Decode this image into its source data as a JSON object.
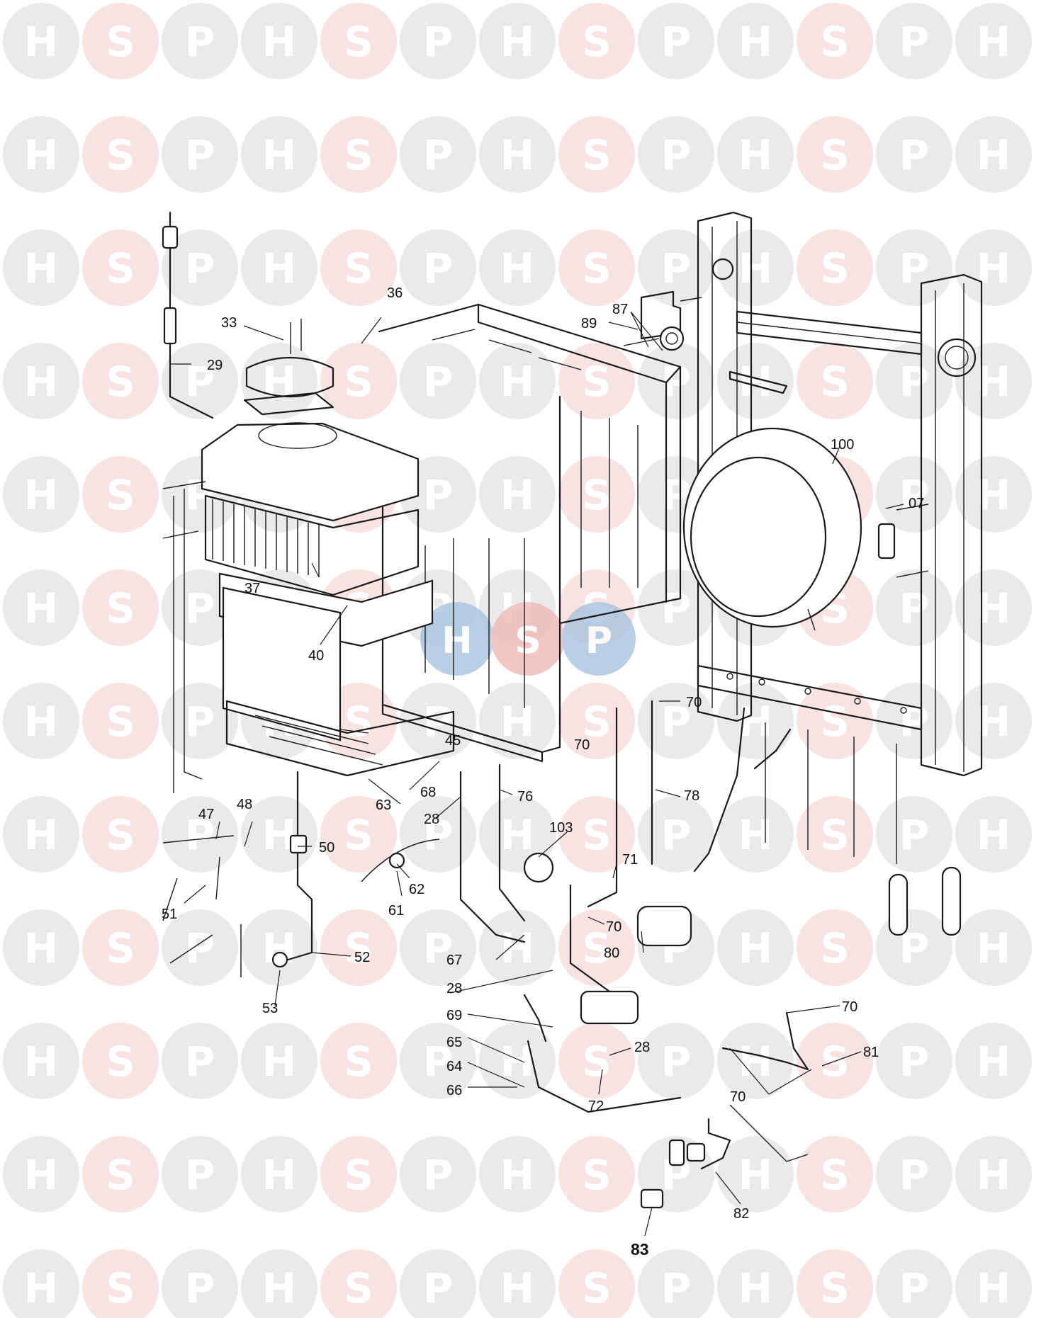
{
  "watermark": {
    "letters": [
      "H",
      "S",
      "P"
    ],
    "colors": {
      "H": "#d9d9d9",
      "S": "#f2cccc",
      "P": "#d9d9d9"
    },
    "text_color": "#ffffff"
  },
  "center_logo": {
    "letters": [
      "H",
      "S",
      "P"
    ]
  },
  "callouts": [
    "36",
    "33",
    "29",
    "87",
    "89",
    "100",
    "07",
    "37",
    "40",
    "70",
    "45",
    "70",
    "78",
    "68",
    "63",
    "28",
    "76",
    "47",
    "48",
    "50",
    "103",
    "71",
    "62",
    "61",
    "51",
    "70",
    "80",
    "67",
    "52",
    "28",
    "53",
    "70",
    "69",
    "28",
    "81",
    "65",
    "64",
    "72",
    "70",
    "66",
    "82",
    "83"
  ],
  "colors": {
    "line": "#1a1a1a",
    "background": "#ffffff",
    "logo_blue": "#a9c4e0",
    "logo_red": "#f0b9b9"
  }
}
